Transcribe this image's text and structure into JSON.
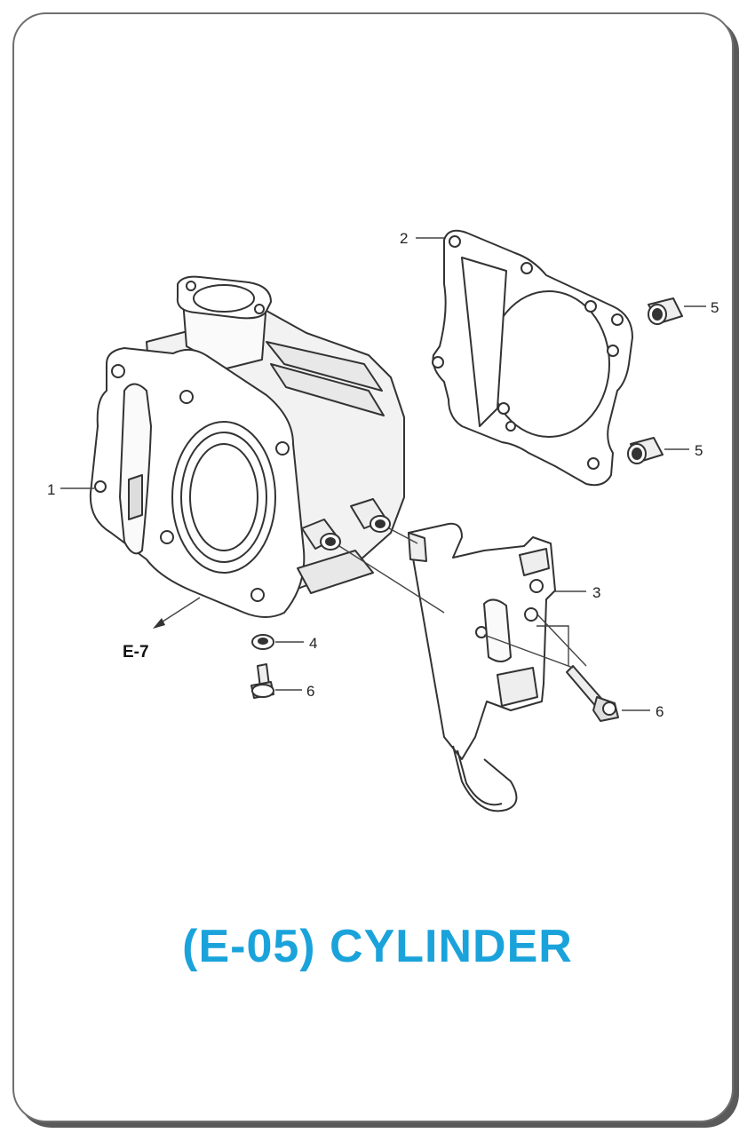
{
  "diagram": {
    "ref_label": "E-7",
    "callouts": {
      "c1": "1",
      "c2": "2",
      "c3": "3",
      "c4": "4",
      "c5a": "5",
      "c5b": "5",
      "c6a": "6",
      "c6b": "6"
    }
  },
  "title": "(E-05) CYLINDER",
  "colors": {
    "title": "#1aa3db",
    "line": "#333333"
  }
}
